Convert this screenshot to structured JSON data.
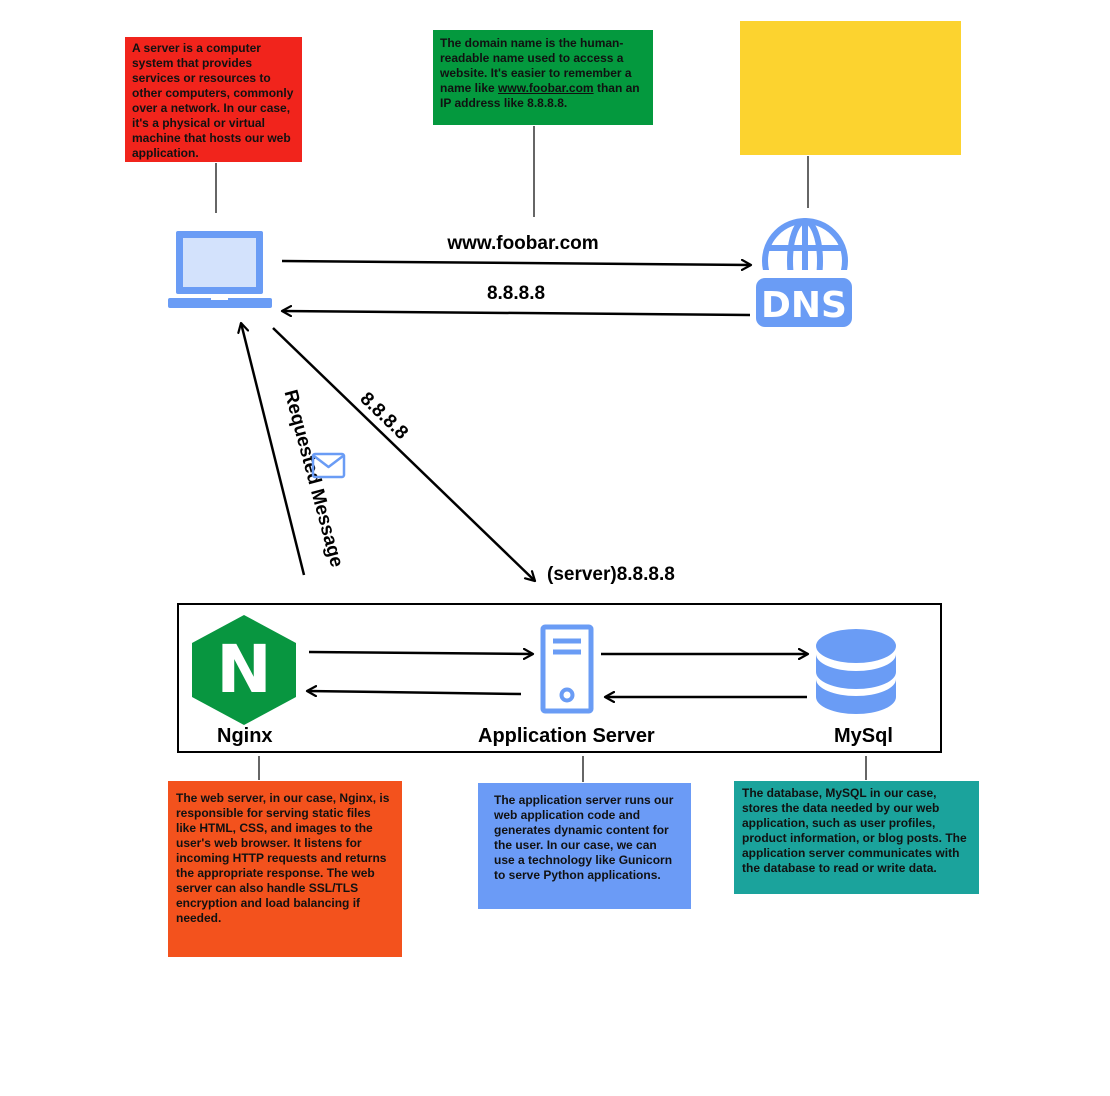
{
  "notes": {
    "server": {
      "text": "A server is a computer system that provides services or resources to other computers, commonly over a network. In our case, it's a physical or virtual machine that hosts our web application.",
      "color": "#f1241c"
    },
    "domain": {
      "text_before": "The domain name is the human-readable name used to access a website. It's easier to remember a name like ",
      "link": "www.foobar.com",
      "text_after": " than an IP address like 8.8.8.8.",
      "color": "#04993e"
    },
    "dns": {
      "text": "",
      "color": "#fcd32f"
    },
    "nginx": {
      "text": "The web server, in our case, Nginx, is responsible for serving static files like HTML, CSS, and images to the user's web browser. It listens for incoming HTTP requests and returns the appropriate response. The web server can also handle SSL/TLS encryption and load balancing if needed.",
      "color": "#f3521d"
    },
    "app_server": {
      "text": "The application server runs our web application code and generates dynamic content for the user. In our case, we can use a technology like Gunicorn to serve Python applications.",
      "color": "#6b9bf6"
    },
    "database": {
      "text": "The database, MySQL in our case, stores the data needed by our web application, such as user profiles, product information, or blog posts. The application server communicates with the database to read or write data.",
      "color": "#1ba39c"
    }
  },
  "arrows": {
    "domain_request": "www.foobar.com",
    "dns_response": "8.8.8.8",
    "server_request": "8.8.8.8",
    "response": "Requested Message"
  },
  "labels": {
    "server_ip": "(server)8.8.8.8",
    "nginx": "Nginx",
    "app_server": "Application Server",
    "mysql": "MySql",
    "dns_icon": "DNS",
    "nginx_icon": "N"
  },
  "icons": {
    "client": "laptop-icon",
    "dns": "dns-globe-icon",
    "message": "envelope-icon",
    "nginx": "nginx-logo-icon",
    "app": "server-tower-icon",
    "db": "database-icon"
  },
  "colors": {
    "icon_blue": "#6a9cf5",
    "icon_light": "#d3e2fc",
    "nginx_green": "#089640"
  }
}
